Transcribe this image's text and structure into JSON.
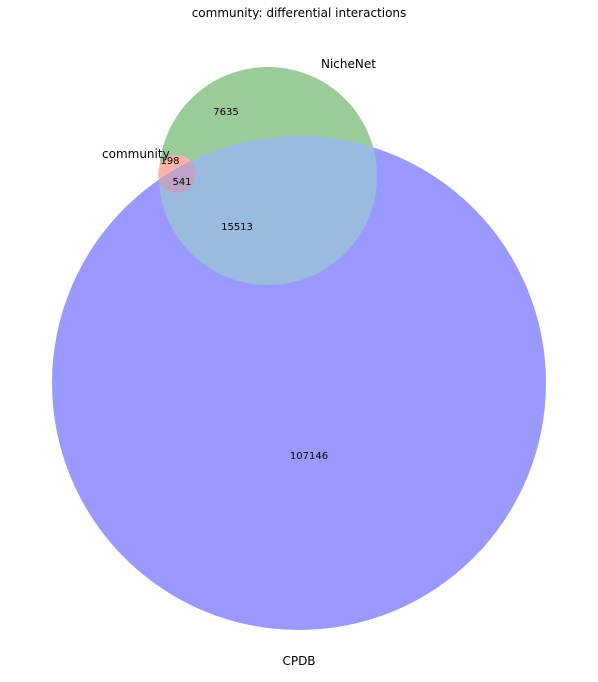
{
  "chart_data": {
    "type": "venn",
    "title": "community: differential interactions",
    "sets": [
      {
        "id": "community",
        "label": "community",
        "color": "#ff9999"
      },
      {
        "id": "nichenet",
        "label": "NicheNet",
        "color": "#99cc99"
      },
      {
        "id": "cpdb",
        "label": "CPDB",
        "color": "#9999ff"
      }
    ],
    "regions": [
      {
        "id": "nichenet_only",
        "sets": [
          "nichenet"
        ],
        "count": "7635"
      },
      {
        "id": "community_cpdb",
        "sets": [
          "community",
          "cpdb"
        ],
        "count": "198"
      },
      {
        "id": "all_three",
        "sets": [
          "community",
          "nichenet",
          "cpdb"
        ],
        "count": "541"
      },
      {
        "id": "nichenet_cpdb",
        "sets": [
          "nichenet",
          "cpdb"
        ],
        "count": "15513"
      },
      {
        "id": "cpdb_only",
        "sets": [
          "cpdb"
        ],
        "count": "107146"
      }
    ],
    "colors": {
      "community_cpdb_overlap": "#d8aaa6",
      "nichenet_cpdb_overlap": "#99bbe0",
      "all_three_overlap": "#c0a4c8"
    }
  }
}
